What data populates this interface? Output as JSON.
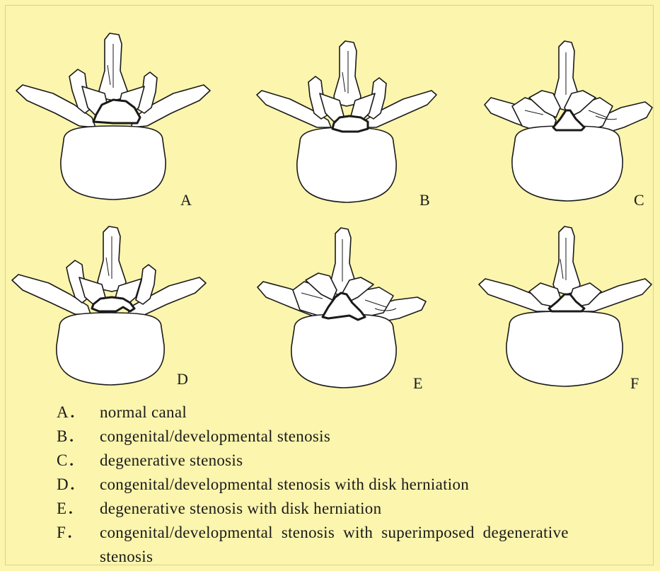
{
  "panels": [
    {
      "letter": "A",
      "label": "normal canal"
    },
    {
      "letter": "B",
      "label": "congenital/developmental stenosis"
    },
    {
      "letter": "C",
      "label": "degenerative stenosis"
    },
    {
      "letter": "D",
      "label": "congenital/developmental stenosis with disk herniation"
    },
    {
      "letter": "E",
      "label": "degenerative stenosis with disk herniation"
    },
    {
      "letter": "F",
      "label": "congenital/developmental stenosis with superimposed degenerative stenosis"
    }
  ],
  "legend": [
    {
      "key": "A．",
      "text": "normal canal"
    },
    {
      "key": "B．",
      "text": "congenital/developmental stenosis"
    },
    {
      "key": "C．",
      "text": "degenerative stenosis"
    },
    {
      "key": "D．",
      "text": "congenital/developmental stenosis with disk herniation"
    },
    {
      "key": "E．",
      "text": "degenerative stenosis with disk herniation"
    },
    {
      "key": "F．",
      "text": "congenital/developmental stenosis with superimposed degenerative stenosis"
    }
  ],
  "colors": {
    "background": "#fbf5ad",
    "ink": "#1a1a1a",
    "bone_fill": "#ffffff"
  }
}
